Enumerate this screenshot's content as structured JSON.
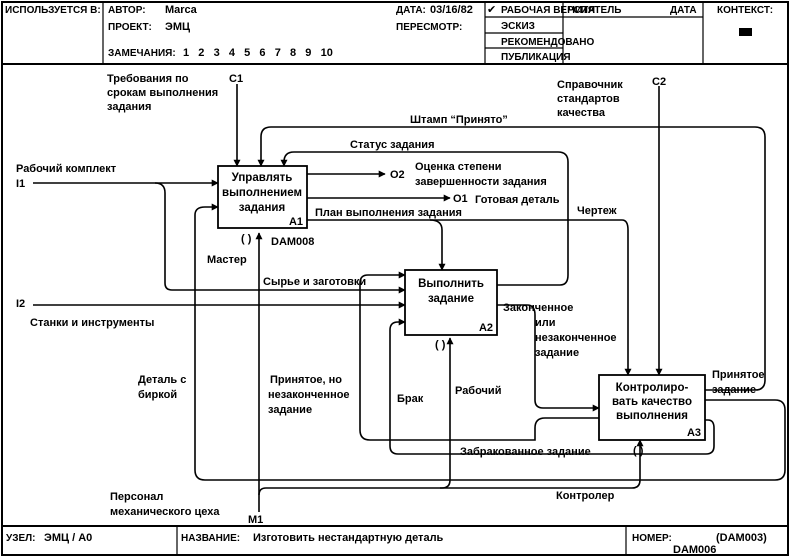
{
  "header": {
    "used_at_label": "ИСПОЛЬЗУЕТСЯ В:",
    "author_label": "АВТОР:",
    "author_value": "Marca",
    "project_label": "ПРОЕКТ:",
    "project_value": "ЭМЦ",
    "notes_label": "ЗАМЕЧАНИЯ:",
    "notes_numbers": "1   2   3   4   5   6   7   8   9   10",
    "date_label": "ДАТА:",
    "date_value": "03/16/82",
    "revision_label": "ПЕРЕСМОТР:",
    "status": [
      {
        "check": "✔",
        "label": "РАБОЧАЯ ВЕРСИЯ"
      },
      {
        "check": "",
        "label": "ЭСКИЗ"
      },
      {
        "check": "",
        "label": "РЕКОМЕНДОВАНО"
      },
      {
        "check": "",
        "label": "ПУБЛИКАЦИЯ"
      }
    ],
    "reader_label": "ЧИТАТЕЛЬ",
    "reader_date_label": "ДАТА",
    "context_label": "КОНТЕКСТ:"
  },
  "boxes": [
    {
      "line1": "Управлять",
      "line2": "выполнением",
      "line3": "задания",
      "id": "A1",
      "ref": "DAM008"
    },
    {
      "line1": "Выполнить",
      "line2": "задание",
      "line3": "",
      "id": "A2",
      "ref": ""
    },
    {
      "line1": "Контролиро-",
      "line2": "вать качество",
      "line3": "выполнения",
      "id": "A3",
      "ref": ""
    }
  ],
  "mech_mark": "( )",
  "labels": {
    "c1_req_1": "Требования по",
    "c1_req_2": "срокам выполнения",
    "c1_req_3": "задания",
    "c1": "C1",
    "c2": "C2",
    "c2_ref_1": "Справочник",
    "c2_ref_2": "стандартов",
    "c2_ref_3": "качества",
    "stamp": "Штамп “Принято”",
    "status_task": "Статус задания",
    "o2": "O2",
    "o2_desc_1": "Оценка степени",
    "o2_desc_2": "завершенности задания",
    "o1": "O1",
    "finished_part": "Готовая деталь",
    "i1_desc": "Рабочий комплект",
    "i1": "I1",
    "plan": "План выполнения задания",
    "drawing": "Чертеж",
    "master": "Мастер",
    "raw": "Сырье и заготовки",
    "i2": "I2",
    "tools": "Станки и инструменты",
    "finished_1": "Законченное",
    "finished_2": "или",
    "finished_3": "незаконченное",
    "finished_4": "задание",
    "tagged_1": "Деталь с",
    "tagged_2": "биркой",
    "accepted_unf_1": "Принятое, но",
    "accepted_unf_2": "незаконченное",
    "accepted_unf_3": "задание",
    "defect": "Брак",
    "worker": "Рабочий",
    "accepted_1": "Принятое",
    "accepted_2": "задание",
    "rejected": "Забракованное задание",
    "staff_1": "Персонал",
    "staff_2": "механического цеха",
    "controller": "Контролер",
    "m1": "M1"
  },
  "footer": {
    "node_label": "УЗЕЛ:",
    "node_value": "ЭМЦ / A0",
    "title_label": "НАЗВАНИЕ:",
    "title_value": "Изготовить нестандартную деталь",
    "number_label": "НОМЕР:",
    "number_value_1": "(DAM003)",
    "number_value_2": "DAM006"
  }
}
